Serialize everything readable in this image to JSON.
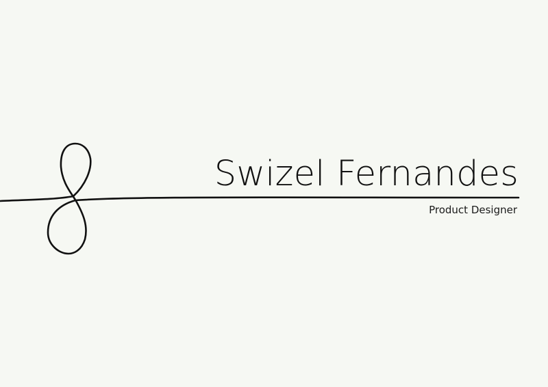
{
  "header": {
    "name": "Swizel Fernandes",
    "role": "Product Designer"
  },
  "colors": {
    "background": "#f6f8f3",
    "ink": "#111111"
  },
  "icons": {
    "logo": "loop-line-logo"
  }
}
